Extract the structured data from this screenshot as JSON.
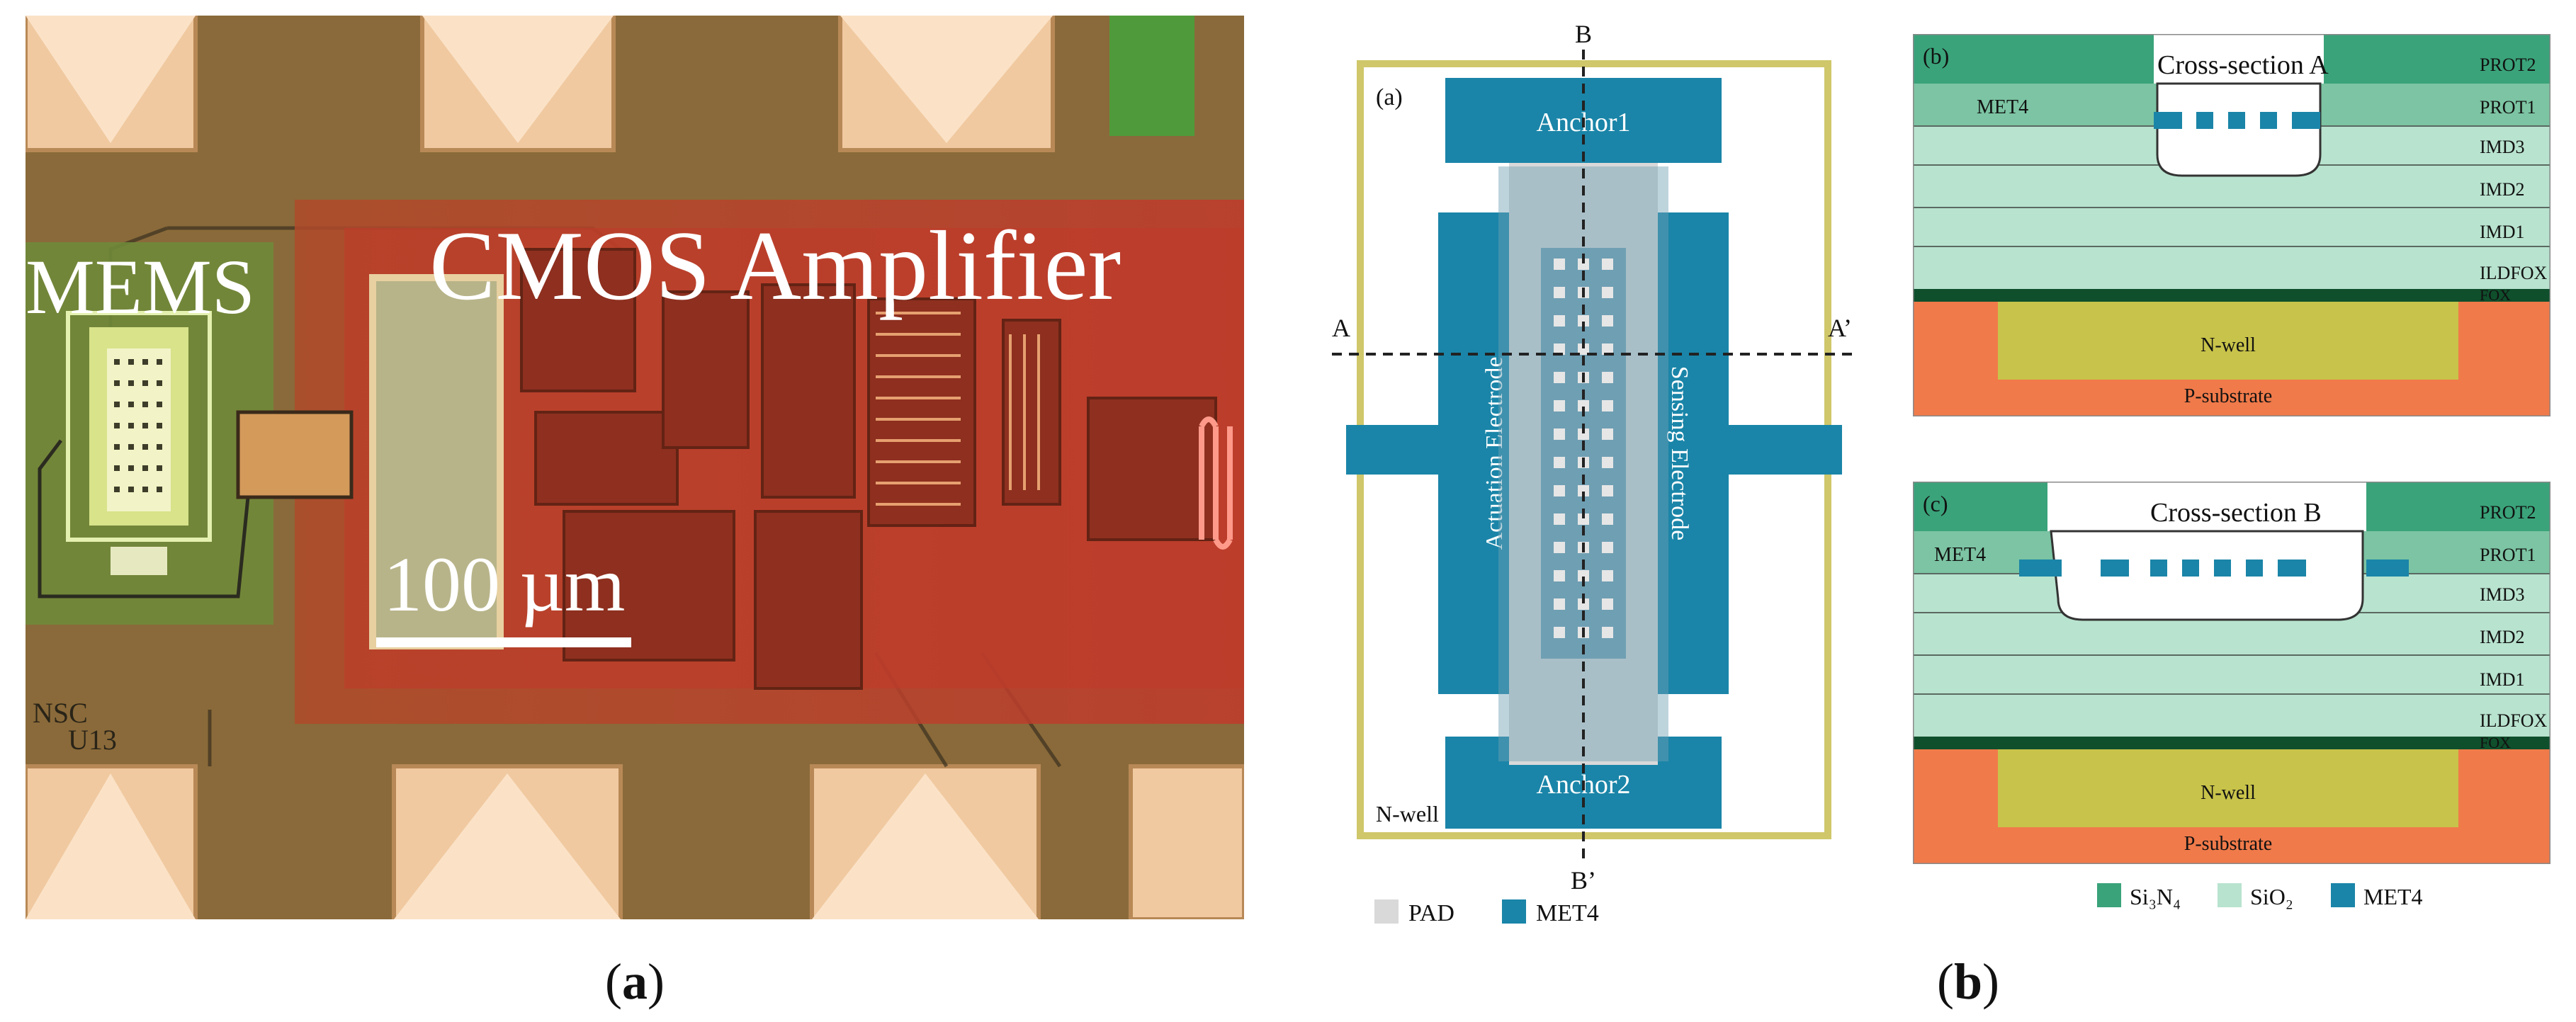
{
  "panel_a": {
    "caption": "a",
    "micrograph": {
      "label_mems": "MEMS",
      "label_cmos": "CMOS Amplifier",
      "scale_bar": "100 µm",
      "chip_text_1": "NSC",
      "chip_text_2": "U13"
    }
  },
  "panel_b": {
    "caption": "b",
    "layout": {
      "tag": "(a)",
      "anchor_top": "Anchor1",
      "anchor_bottom": "Anchor2",
      "actuation": "Actuation Electrode",
      "sensing": "Sensing Electrode",
      "nwell": "N-well",
      "cut_a": "A",
      "cut_a_prime": "A’",
      "cut_b": "B",
      "cut_b_prime": "B’",
      "legend": [
        {
          "label": "PAD",
          "color": "#d9d9d9"
        },
        {
          "label": "MET4",
          "color": "#1a85a8"
        }
      ]
    },
    "cross_a": {
      "tag": "(b)",
      "title": "Cross-section A",
      "met4": "MET4",
      "layers": [
        "PROT2",
        "PROT1",
        "IMD3",
        "IMD2",
        "IMD1",
        "ILDFOX",
        "FOX"
      ],
      "nwell": "N-well",
      "substrate": "P-substrate"
    },
    "cross_b": {
      "tag": "(c)",
      "title": "Cross-section B",
      "met4": "MET4",
      "layers": [
        "PROT2",
        "PROT1",
        "IMD3",
        "IMD2",
        "IMD1",
        "ILDFOX",
        "FOX"
      ],
      "nwell": "N-well",
      "substrate": "P-substrate"
    },
    "legend": [
      {
        "label": "Si₃N₄",
        "color": "#3aa37a"
      },
      {
        "label": "SiO₂",
        "color": "#b8e3cf"
      },
      {
        "label": "MET4",
        "color": "#1a85a8"
      }
    ]
  },
  "colors": {
    "si3n4": "#3aa37a",
    "sio2": "#b8e3cf",
    "met4": "#1a85a8",
    "pad": "#d9d9d9",
    "nwell_fill": "#c8c34a",
    "substrate": "#f07a4a",
    "fox": "#0f4f2c",
    "frame": "#cfc76a"
  }
}
